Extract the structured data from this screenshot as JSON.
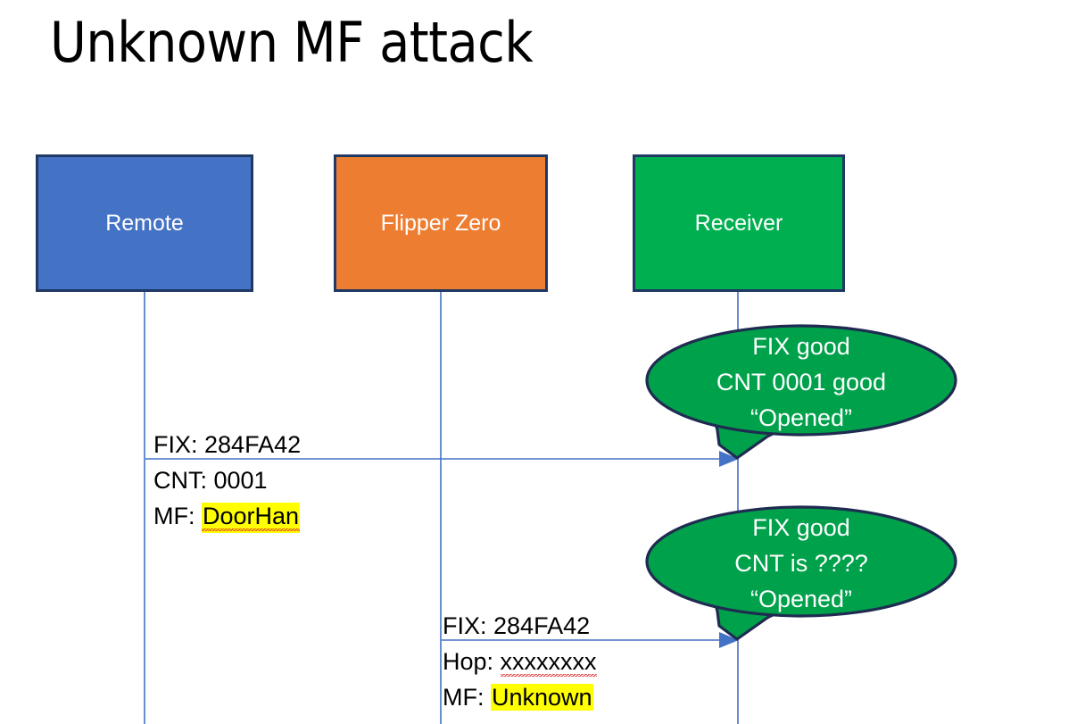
{
  "slide": {
    "title": "Unknown MF attack",
    "background": "#FFFFFF"
  },
  "colors": {
    "remote_fill": "#4472C4",
    "flipper_fill": "#ED7D31",
    "receiver_fill": "#00B050",
    "box_border": "#1F3864",
    "bubble_fill": "#00A14B",
    "bubble_border": "#1F2B50",
    "arrow_line": "#4472C4",
    "highlight": "#FFFF00",
    "text_dark": "#000000",
    "text_light": "#FFFFFF"
  },
  "actors": [
    {
      "id": "remote",
      "label": "Remote"
    },
    {
      "id": "flipper",
      "label": "Flipper Zero"
    },
    {
      "id": "receiver",
      "label": "Receiver"
    }
  ],
  "messages": [
    {
      "id": "msg-1",
      "from": "remote",
      "to": "receiver",
      "lines": [
        {
          "label": "FIX: ",
          "value": "284FA42",
          "highlight": false,
          "misspelled": false
        },
        {
          "label": "CNT: ",
          "value": "0001",
          "highlight": false,
          "misspelled": false
        },
        {
          "label": "MF: ",
          "value": "DoorHan",
          "highlight": true,
          "misspelled": true
        }
      ]
    },
    {
      "id": "msg-2",
      "from": "flipper",
      "to": "receiver",
      "lines": [
        {
          "label": "FIX: ",
          "value": "284FA42",
          "highlight": false,
          "misspelled": false
        },
        {
          "label": "Hop: ",
          "value": "xxxxxxxx",
          "highlight": false,
          "misspelled": true
        },
        {
          "label": "MF: ",
          "value": "Unknown",
          "highlight": true,
          "misspelled": false
        }
      ]
    }
  ],
  "bubbles": [
    {
      "id": "bubble-1",
      "owner": "receiver",
      "lines": [
        "FIX good",
        "CNT 0001 good",
        "“Opened”"
      ]
    },
    {
      "id": "bubble-2",
      "owner": "receiver",
      "lines": [
        "FIX good",
        "CNT is ????",
        "“Opened”"
      ]
    }
  ]
}
